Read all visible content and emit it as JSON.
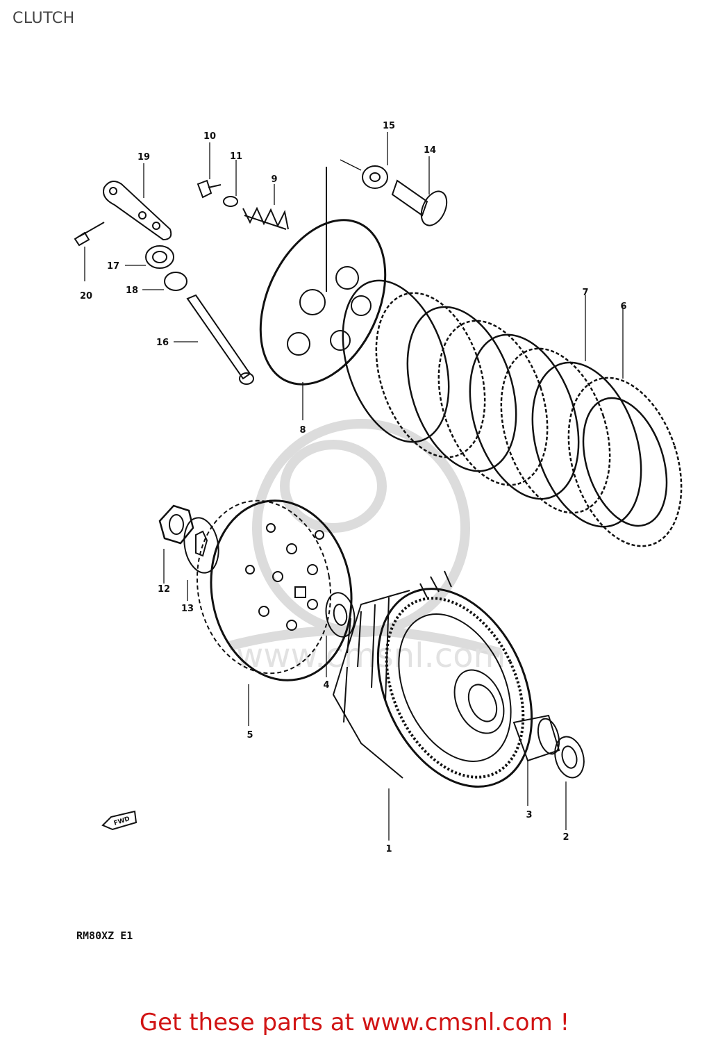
{
  "header": {
    "title": "CLUTCH"
  },
  "callouts": [
    "1",
    "2",
    "3",
    "4",
    "5",
    "6",
    "7",
    "8",
    "9",
    "10",
    "11",
    "12",
    "13",
    "14",
    "15",
    "16",
    "17",
    "18",
    "19",
    "20"
  ],
  "model_code": "RM80XZ E1",
  "direction_tag": "FWD",
  "footer": {
    "banner": "Get these parts at www.cmsnl.com !"
  },
  "colors": {
    "line": "#111111",
    "banner": "#d11414",
    "watermark": "#dcdcdc"
  }
}
